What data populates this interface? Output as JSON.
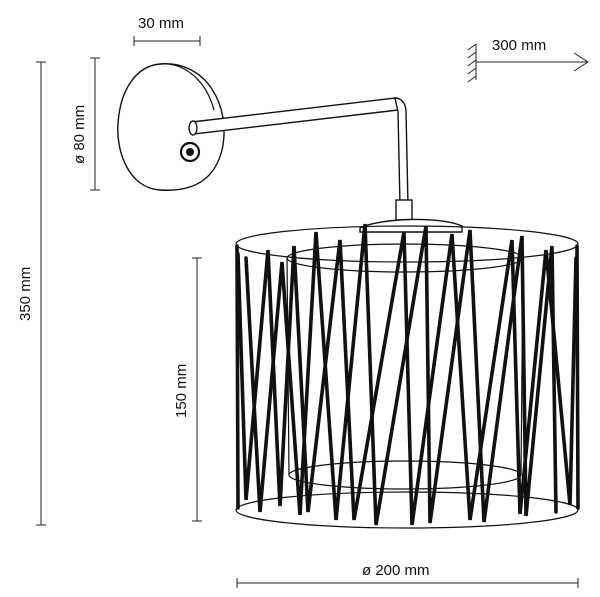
{
  "dimensions": {
    "depth_arm": "300 mm",
    "mount_depth": "30 mm",
    "mount_diameter": "ø 80 mm",
    "total_height": "350 mm",
    "shade_height": "150 mm",
    "shade_diameter": "ø 200 mm"
  },
  "colors": {
    "line": "#111111",
    "background": "#ffffff"
  },
  "icons": {
    "arrow": "right-arrow-icon",
    "wall": "wall-hatch-icon"
  }
}
